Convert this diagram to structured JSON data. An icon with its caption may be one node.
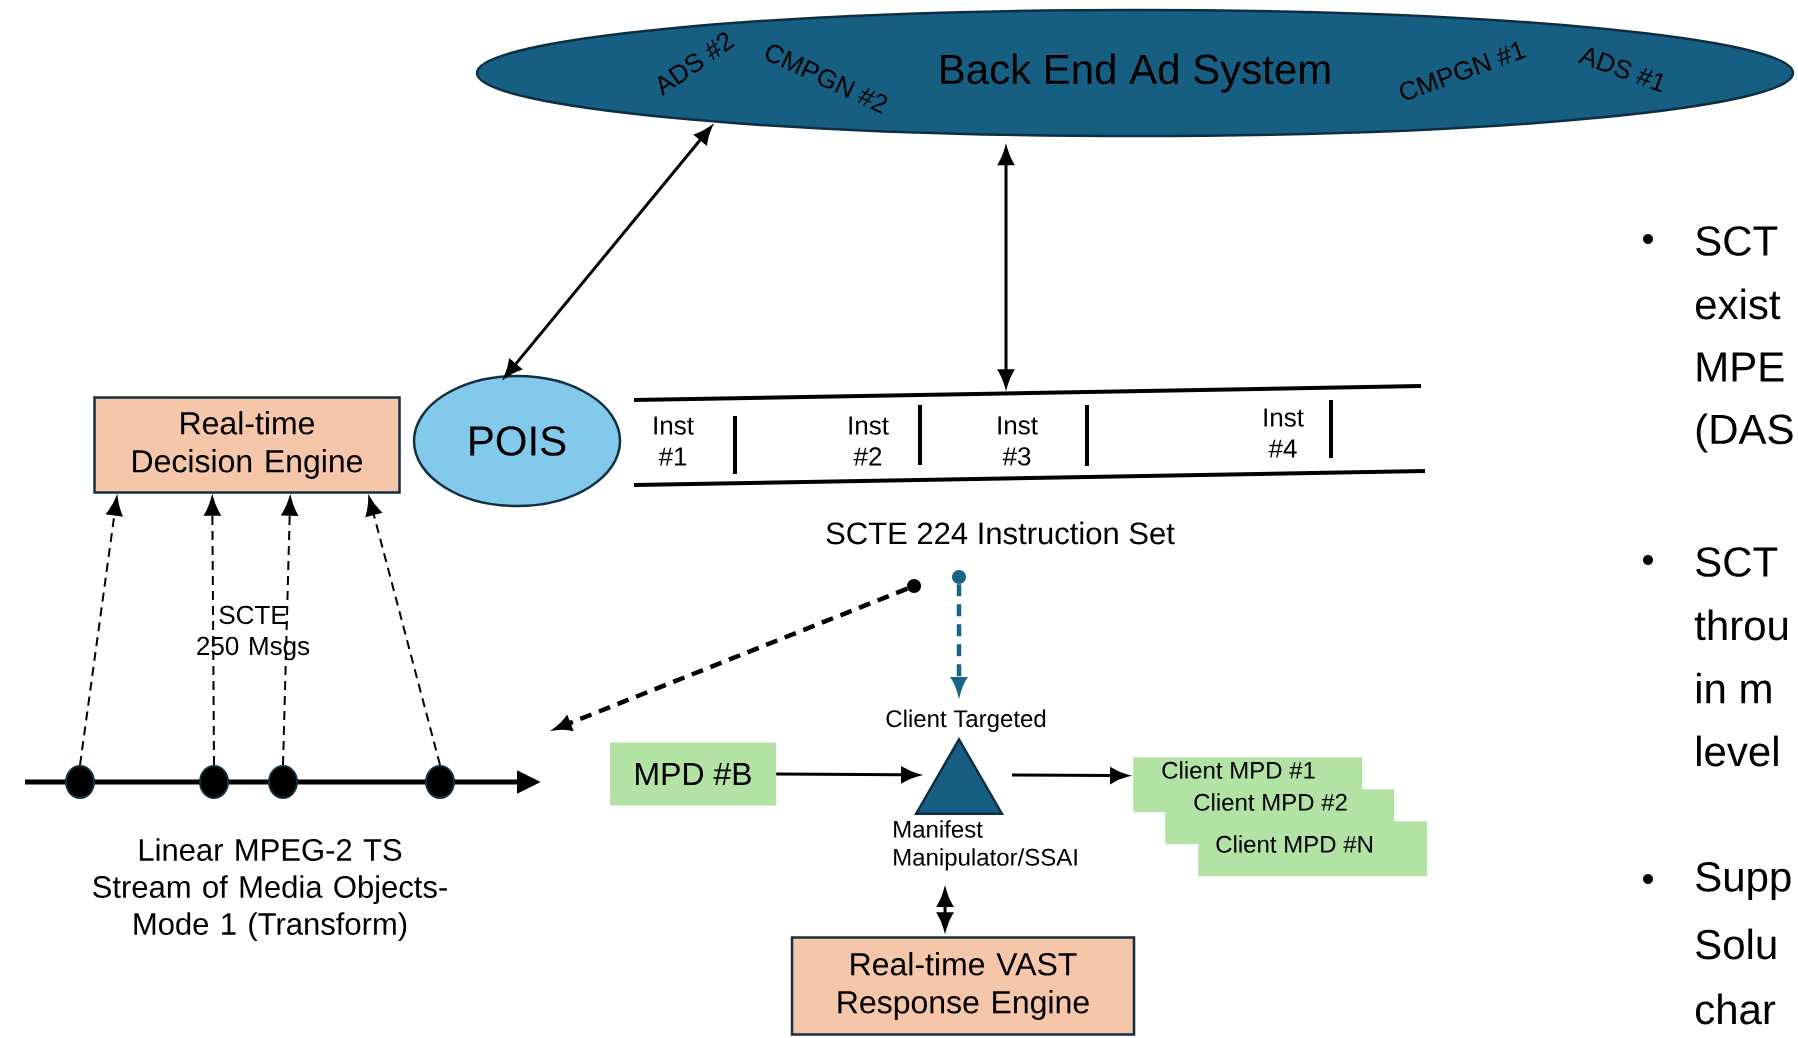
{
  "diagram": {
    "nodes": [
      {
        "text": [
          "Back End Ad System",
          "ADS #2",
          "CMPGN #2",
          "CMPGN #1",
          "ADS #1"
        ]
      },
      {
        "text": [
          "POIS"
        ]
      },
      {
        "text": [
          "Real-time Decision Engine"
        ]
      },
      {
        "text": [
          "Inst #1",
          "Inst #2",
          "Inst #3",
          "Inst #4",
          "SCTE 224 Instruction Set"
        ]
      },
      {
        "text": [
          "Linear MPEG-2 TS Stream of Media Objects- Mode 1 (Transform)"
        ]
      },
      {
        "text": [],
        "shape": "circle",
        "in": 4
      },
      {
        "text": [],
        "shape": "circle",
        "in": 4
      },
      {
        "text": [],
        "shape": "circle",
        "in": 4
      },
      {
        "text": [],
        "shape": "circle",
        "in": 4
      },
      {
        "text": [
          "MPD #B"
        ]
      },
      {
        "text": [],
        "shape": "triangle",
        "beside": [
          "Client Targeted",
          "Manifest Manipulator/SSAI"
        ]
      },
      {
        "text": [
          "Client MPD #1"
        ]
      },
      {
        "text": [
          "Client MPD #2"
        ]
      },
      {
        "text": [
          "Client MPD #N"
        ]
      },
      {
        "text": [
          "Real-time VAST Response Engine"
        ]
      },
      {
        "text": [],
        "shape": "circle"
      },
      {
        "text": [],
        "shape": "circle"
      }
    ],
    "edges": [
      {
        "from": 0,
        "to": 1,
        "arrow": "both"
      },
      {
        "from": 0,
        "to": 3,
        "arrow": "both"
      },
      {
        "from": 5,
        "to": 2,
        "arrow": "to",
        "style": "dashed"
      },
      {
        "from": 6,
        "to": 2,
        "arrow": "to",
        "style": "dashed"
      },
      {
        "from": 7,
        "to": 2,
        "arrow": "to",
        "style": "dashed"
      },
      {
        "from": 8,
        "to": 2,
        "arrow": "to",
        "style": "dashed"
      },
      {
        "from": 15,
        "to": null,
        "arrow": "to",
        "style": "dashed"
      },
      {
        "from": 16,
        "to": 10,
        "arrow": "to",
        "style": "dashed",
        "color": "#1b6485"
      },
      {
        "from": 9,
        "to": 10,
        "arrow": "to"
      },
      {
        "from": 10,
        "to": 11,
        "arrow": "to"
      },
      {
        "from": 10,
        "to": 14,
        "arrow": "both"
      }
    ],
    "labels": [
      "SCTE 250 Msgs",
      "SCT",
      "exist",
      "MPE",
      "(DAS",
      "SCT",
      "throu",
      "in m",
      "level",
      "Supp",
      "Solu",
      "char"
    ]
  }
}
